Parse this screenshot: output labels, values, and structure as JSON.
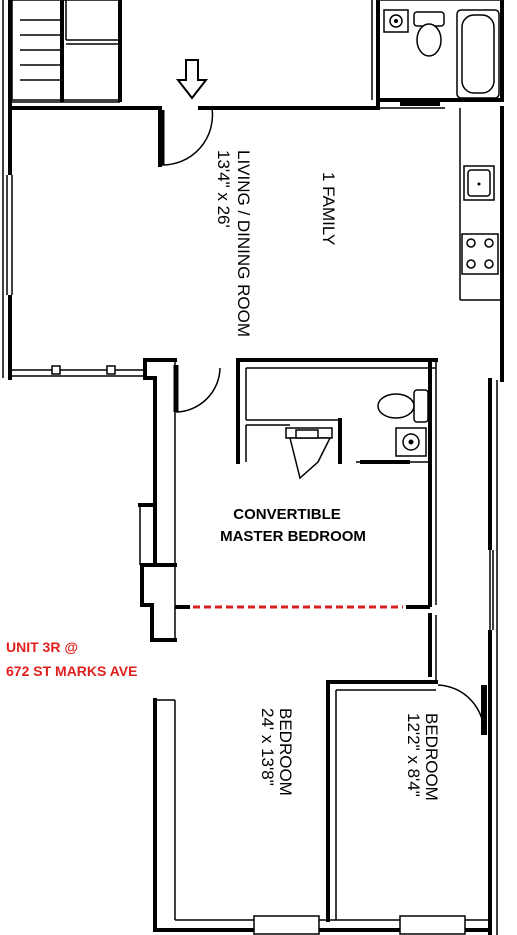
{
  "rooms": {
    "living": {
      "name": "LIVING / DINING ROOM",
      "size": "13'4\" x 26'"
    },
    "family": {
      "name": "1 FAMILY"
    },
    "convertible": {
      "line1": "CONVERTIBLE",
      "line2": "MASTER BEDROOM"
    },
    "bedroom_main": {
      "name": "BEDROOM",
      "size": "24' x 13'8\""
    },
    "bedroom_small": {
      "name": "BEDROOM",
      "size": "12'2\" x 8'4\""
    }
  },
  "unit": {
    "line1": "UNIT 3R @",
    "line2": "672 ST MARKS AVE"
  },
  "colors": {
    "walls": "#000000",
    "unit_label": "#e0201e",
    "divider": "#d82020"
  },
  "icons": [
    "entry-arrow-icon",
    "toilet-icon",
    "sink-icon",
    "bathtub-icon",
    "stove-icon",
    "kitchen-sink-icon",
    "door-swing-icon",
    "window-icon"
  ]
}
